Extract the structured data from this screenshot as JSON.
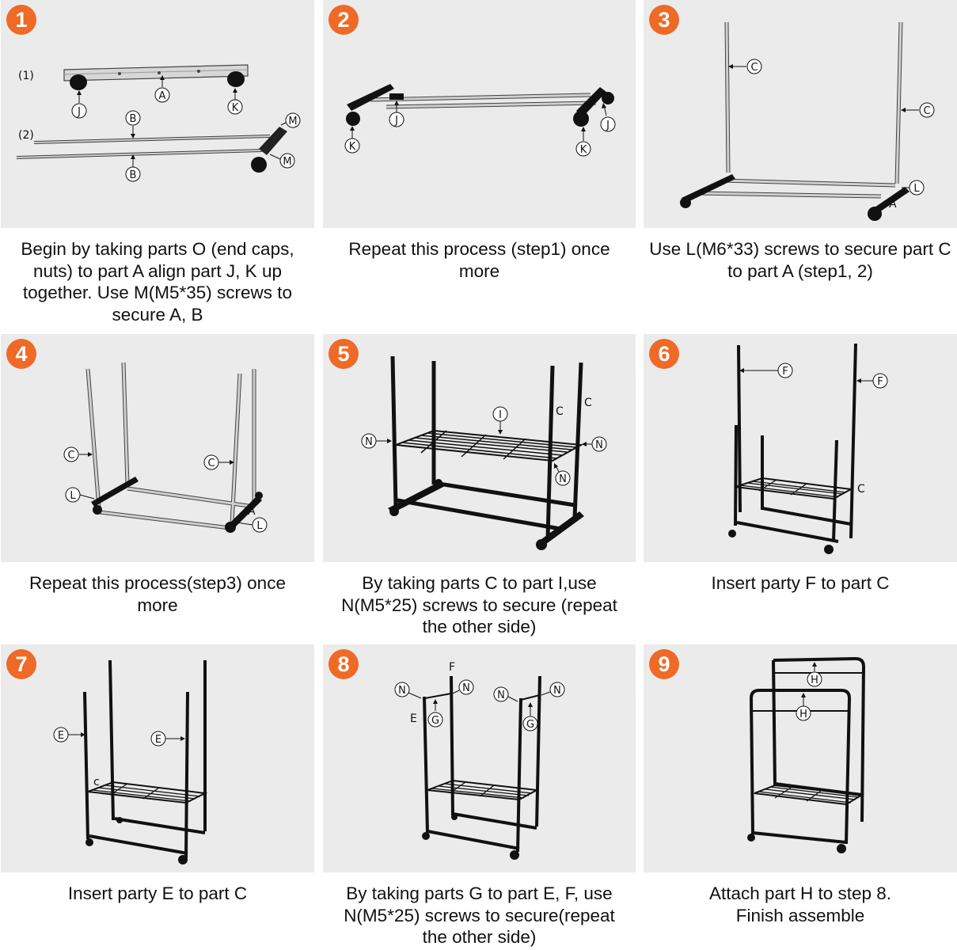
{
  "accent_color": "#ee6a26",
  "panel_color": "#ebebeb",
  "steps": [
    {
      "number": "1",
      "caption": "Begin by taking parts O (end caps, nuts) to part A align part J, K up together. Use M(M5*35) screws to secure A, B",
      "sub_labels": [
        "(1)",
        "(2)"
      ],
      "parts": [
        "J",
        "A",
        "K",
        "B",
        "B",
        "M",
        "M"
      ]
    },
    {
      "number": "2",
      "caption": "Repeat this process (step1) once more",
      "parts": [
        "J",
        "J",
        "K",
        "K"
      ]
    },
    {
      "number": "3",
      "caption": "Use L(M6*33) screws to secure part C to part A (step1, 2)",
      "parts": [
        "C",
        "C",
        "L"
      ],
      "plain_labels": [
        "A"
      ]
    },
    {
      "number": "4",
      "caption": "Repeat this process(step3) once more",
      "parts": [
        "C",
        "C",
        "L",
        "L"
      ],
      "plain_labels": [
        "A"
      ]
    },
    {
      "number": "5",
      "caption": "By taking parts C to part I,use N(M5*25) screws to secure (repeat the other side)",
      "parts": [
        "I",
        "N",
        "N",
        "N"
      ],
      "plain_labels": [
        "C",
        "C"
      ]
    },
    {
      "number": "6",
      "caption": "Insert party F to part C",
      "parts": [
        "F",
        "F"
      ],
      "plain_labels": [
        "C"
      ]
    },
    {
      "number": "7",
      "caption": "Insert party E to part C",
      "parts": [
        "E",
        "E"
      ],
      "plain_labels": [
        "c"
      ]
    },
    {
      "number": "8",
      "caption": "By taking parts G to part E, F, use N(M5*25) screws to secure(repeat the other side)",
      "parts": [
        "N",
        "N",
        "N",
        "N",
        "G",
        "G"
      ],
      "plain_labels": [
        "F",
        "E"
      ]
    },
    {
      "number": "9",
      "caption": "Attach part H to step 8. Finish assemble",
      "parts": [
        "H",
        "H"
      ]
    }
  ]
}
